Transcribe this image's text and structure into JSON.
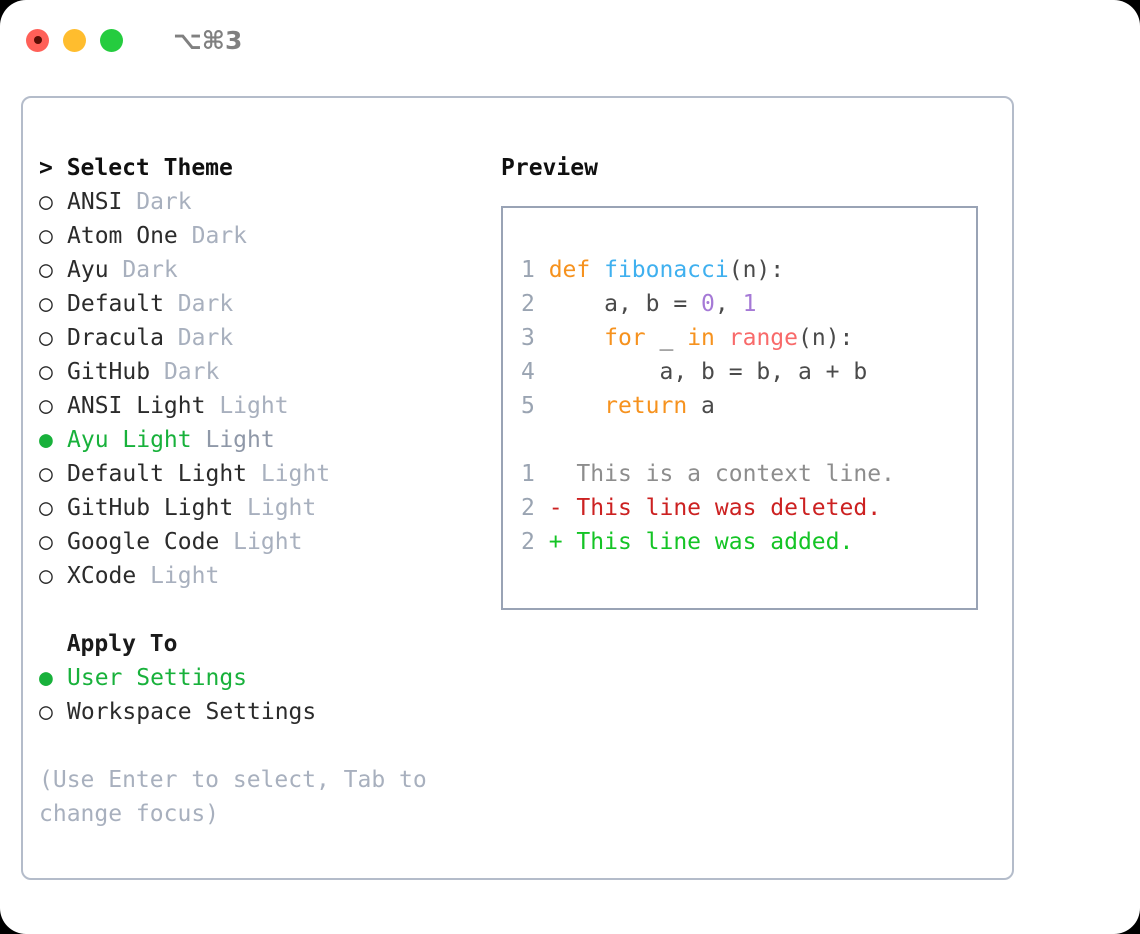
{
  "window": {
    "shortcut": "⌥⌘3",
    "traffic_lights": [
      {
        "name": "close",
        "color": "#ff6058"
      },
      {
        "name": "minimize",
        "color": "#ffbd2e"
      },
      {
        "name": "maximize",
        "color": "#25cc3f"
      }
    ]
  },
  "theme_panel": {
    "header": "> Select Theme",
    "options": [
      {
        "marker": "○",
        "name": "ANSI",
        "variant": "Dark",
        "selected": false
      },
      {
        "marker": "○",
        "name": "Atom One",
        "variant": "Dark",
        "selected": false
      },
      {
        "marker": "○",
        "name": "Ayu",
        "variant": "Dark",
        "selected": false
      },
      {
        "marker": "○",
        "name": "Default",
        "variant": "Dark",
        "selected": false
      },
      {
        "marker": "○",
        "name": "Dracula",
        "variant": "Dark",
        "selected": false
      },
      {
        "marker": "○",
        "name": "GitHub",
        "variant": "Dark",
        "selected": false
      },
      {
        "marker": "○",
        "name": "ANSI Light",
        "variant": "Light",
        "selected": false
      },
      {
        "marker": "●",
        "name": "Ayu Light",
        "variant": "Light",
        "selected": true
      },
      {
        "marker": "○",
        "name": "Default Light",
        "variant": "Light",
        "selected": false
      },
      {
        "marker": "○",
        "name": "GitHub Light",
        "variant": "Light",
        "selected": false
      },
      {
        "marker": "○",
        "name": "Google Code",
        "variant": "Light",
        "selected": false
      },
      {
        "marker": "○",
        "name": "XCode",
        "variant": "Light",
        "selected": false
      }
    ]
  },
  "apply_to": {
    "header": "  Apply To",
    "options": [
      {
        "marker": "●",
        "name": "User Settings",
        "variant": "",
        "selected": true
      },
      {
        "marker": "○",
        "name": "Workspace Settings",
        "variant": "",
        "selected": false
      }
    ]
  },
  "hint": "(Use Enter to select, Tab to\nchange focus)",
  "preview": {
    "title": "Preview",
    "code_lines": [
      {
        "no": "1",
        "tokens": [
          {
            "t": "def ",
            "c": "kw"
          },
          {
            "t": "fibonacci",
            "c": "fn"
          },
          {
            "t": "(n):",
            "c": "plain"
          }
        ]
      },
      {
        "no": "2",
        "tokens": [
          {
            "t": "    a, b = ",
            "c": "plain"
          },
          {
            "t": "0",
            "c": "num"
          },
          {
            "t": ", ",
            "c": "plain"
          },
          {
            "t": "1",
            "c": "num"
          }
        ]
      },
      {
        "no": "3",
        "tokens": [
          {
            "t": "    ",
            "c": "plain"
          },
          {
            "t": "for",
            "c": "kw"
          },
          {
            "t": " _ ",
            "c": "plain"
          },
          {
            "t": "in",
            "c": "kw"
          },
          {
            "t": " ",
            "c": "plain"
          },
          {
            "t": "range",
            "c": "bi"
          },
          {
            "t": "(n):",
            "c": "plain"
          }
        ]
      },
      {
        "no": "4",
        "tokens": [
          {
            "t": "        a, b = b, a + b",
            "c": "plain"
          }
        ]
      },
      {
        "no": "5",
        "tokens": [
          {
            "t": "    ",
            "c": "plain"
          },
          {
            "t": "return",
            "c": "kw"
          },
          {
            "t": " a",
            "c": "plain"
          }
        ]
      }
    ],
    "diff_lines": [
      {
        "no": "1",
        "sign": "  ",
        "text": "This is a context line.",
        "kind": "context"
      },
      {
        "no": "2",
        "sign": "- ",
        "text": "This line was deleted.",
        "kind": "del"
      },
      {
        "no": "2",
        "sign": "+ ",
        "text": "This line was added.",
        "kind": "add"
      }
    ]
  },
  "colors": {
    "accent_green": "#18b13b",
    "muted": "#a8b0be",
    "panel_border": "#b4bcca",
    "preview_border": "#99a3b5",
    "keyword": "#f6921e",
    "function": "#3fb0ef",
    "number": "#a579d6",
    "builtin": "#f86a6a",
    "diff_delete": "#cc2121",
    "diff_add": "#14c425"
  }
}
